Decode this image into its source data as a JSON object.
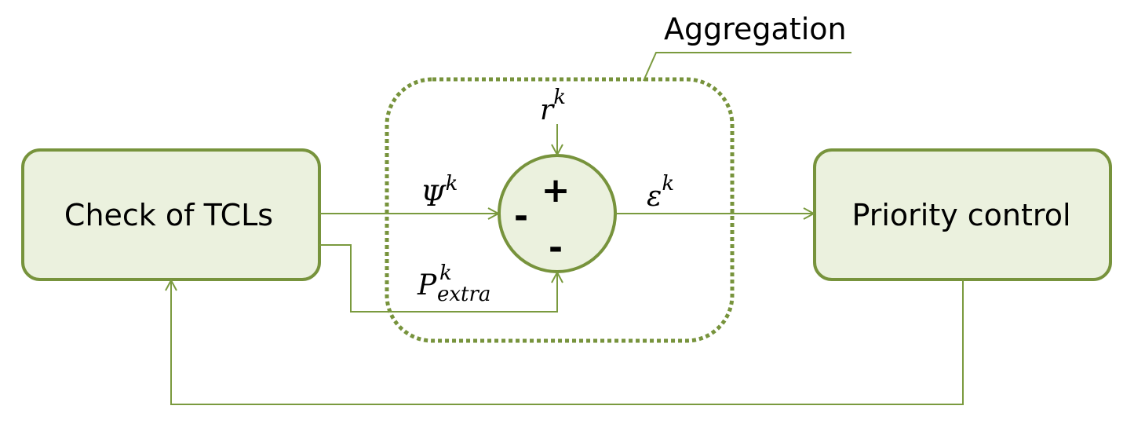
{
  "aggregation": {
    "label": "Aggregation"
  },
  "blocks": {
    "check": {
      "label": "Check of TCLs"
    },
    "priority": {
      "label": "Priority control"
    }
  },
  "signals": {
    "r": {
      "symbol": "r",
      "superscript": "k"
    },
    "psi": {
      "symbol": "Ψ",
      "superscript": "k"
    },
    "epsilon": {
      "symbol": "ε",
      "superscript": "k"
    },
    "p_extra": {
      "symbol": "P",
      "superscript": "k",
      "subscript": "extra"
    }
  },
  "summing_junction": {
    "top_sign": "+",
    "left_sign": "-",
    "bottom_sign": "-"
  },
  "colors": {
    "box_fill": "#ebf1de",
    "box_stroke": "#77933c",
    "wire": "#7a9a3e",
    "aggregation_border": "#77933c"
  }
}
